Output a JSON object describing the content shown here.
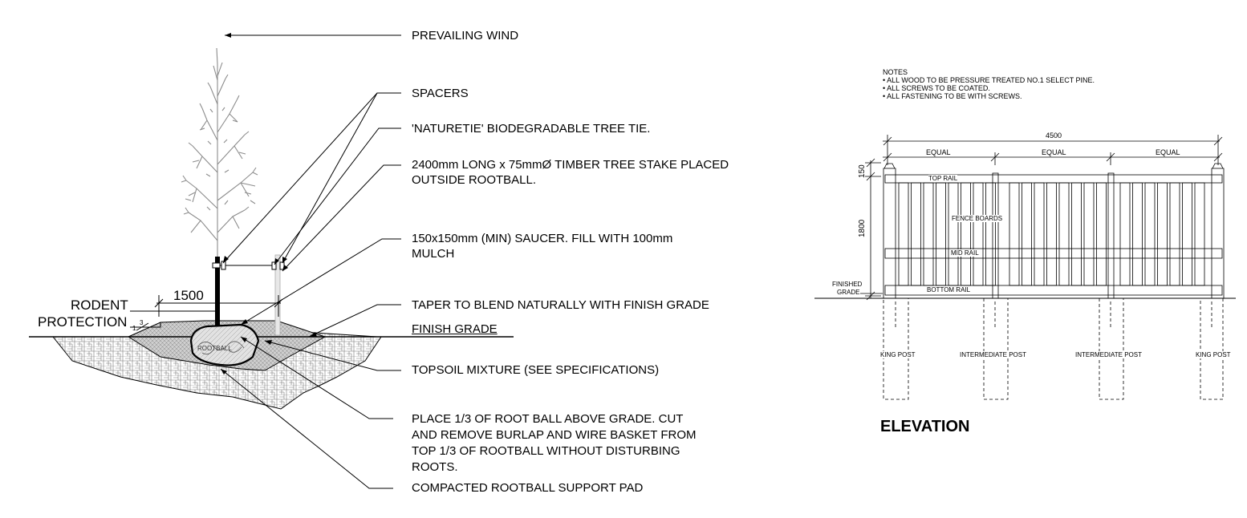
{
  "planting": {
    "prevailing_wind": "PREVAILING WIND",
    "spacers": "SPACERS",
    "tree_tie": "'NATURETIE' BIODEGRADABLE TREE TIE.",
    "stake_line1": "2400mm LONG x 75mmØ TIMBER TREE STAKE PLACED",
    "stake_line2": "OUTSIDE ROOTBALL.",
    "saucer_line1": "150x150mm (MIN) SAUCER. FILL WITH 100mm",
    "saucer_line2": "MULCH",
    "taper": "TAPER TO BLEND NATURALLY WITH FINISH GRADE",
    "finish_grade": "FINISH GRADE",
    "topsoil": "TOPSOIL MIXTURE (SEE SPECIFICATIONS)",
    "place_line1": "PLACE 1/3 OF ROOT BALL ABOVE GRADE. CUT",
    "place_line2": "AND REMOVE BURLAP AND WIRE BASKET FROM",
    "place_line3": "TOP 1/3 OF ROOTBALL WITHOUT DISTURBING",
    "place_line4": "ROOTS.",
    "support_pad": "COMPACTED ROOTBALL SUPPORT PAD",
    "dim_1500": "1500",
    "rodent_line1": "RODENT",
    "rodent_line2": "PROTECTION",
    "rootball": "ROOTBALL",
    "slope_3": "3",
    "slope_1": "1"
  },
  "fence": {
    "notes_title": "NOTES",
    "notes": [
      "• ALL WOOD TO BE PRESSURE TREATED NO.1 SELECT PINE.",
      "• ALL SCREWS TO BE COATED.",
      "• ALL FASTENING TO BE WITH SCREWS."
    ],
    "dim_total": "4500",
    "equal": "EQUAL",
    "dim_150": "150",
    "dim_1800": "1800",
    "top_rail": "TOP RAIL",
    "fence_boards": "FENCE BOARDS",
    "mid_rail": "MID RAIL",
    "bottom_rail": "BOTTOM RAIL",
    "finished_line1": "FINISHED",
    "finished_line2": "GRADE",
    "king_post": "KING POST",
    "intermediate_post": "INTERMEDIATE POST",
    "elevation": "ELEVATION"
  }
}
